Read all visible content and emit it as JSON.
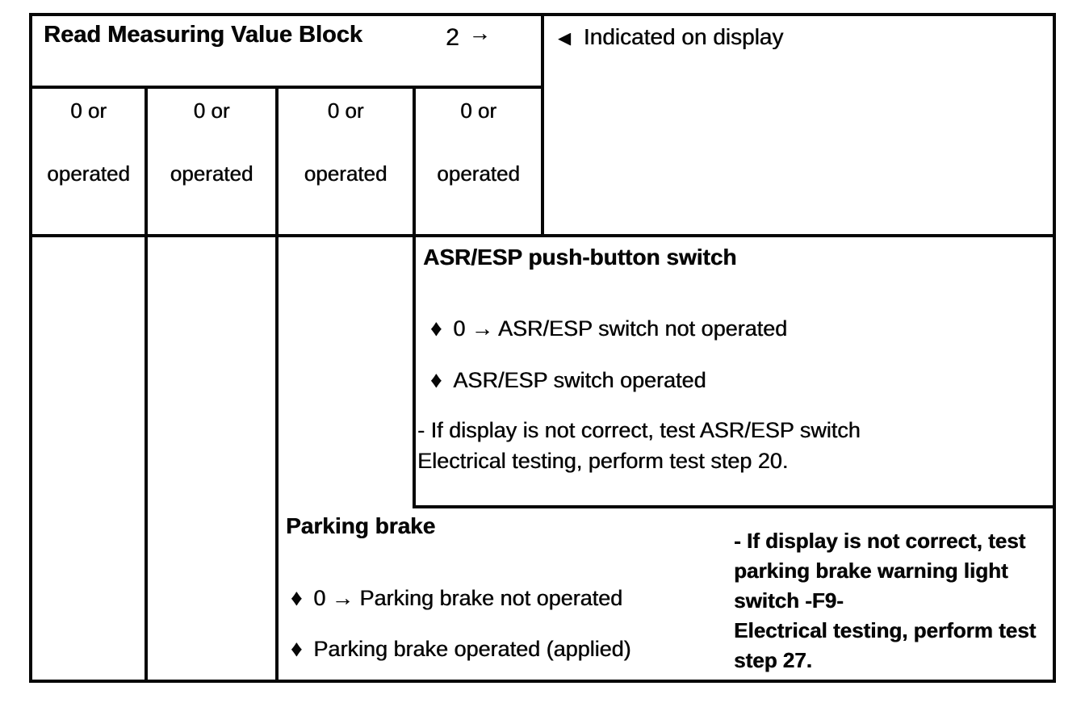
{
  "colors": {
    "ink": "#070707",
    "paper": "#ffffff"
  },
  "header": {
    "title": "Read Measuring Value Block",
    "block_value": "2",
    "block_arrow_icon": "→",
    "indicator_icon": "◄",
    "indicator_label": "Indicated on display"
  },
  "value_row": {
    "cells": [
      {
        "value": "0 or",
        "state": "operated"
      },
      {
        "value": "0 or",
        "state": "operated"
      },
      {
        "value": "0 or",
        "state": "operated"
      },
      {
        "value": "0 or",
        "state": "operated"
      }
    ]
  },
  "asr_section": {
    "title": "ASR/ESP push-button switch",
    "bullet_icon": "♦",
    "bullets": [
      "0 → ASR/ESP switch not operated",
      "ASR/ESP switch operated"
    ],
    "note_lines": [
      "- If display is not correct, test ASR/ESP switch",
      "Electrical testing, perform test step 20."
    ]
  },
  "parking_section": {
    "title": "Parking brake",
    "bullet_icon": "♦",
    "bullets": [
      "0 → Parking brake not operated",
      "Parking brake operated (applied)"
    ]
  },
  "parking_note": {
    "lines": [
      "- If display is not correct, test",
      "parking brake warning light",
      "switch -F9-",
      "Electrical testing, perform test",
      "step 27."
    ]
  }
}
